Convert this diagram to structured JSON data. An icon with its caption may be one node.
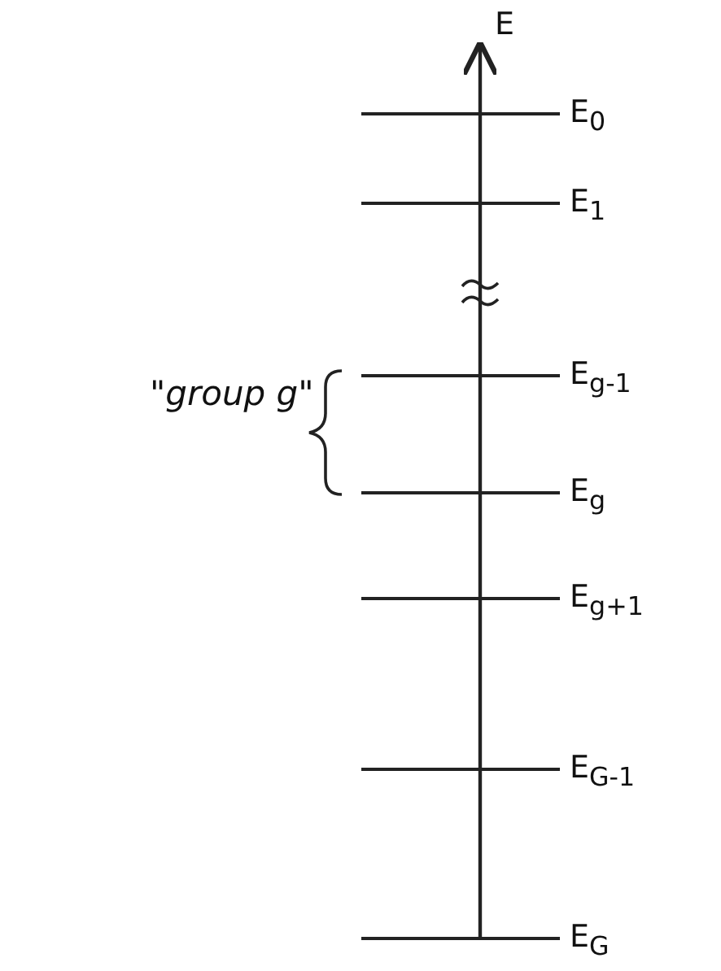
{
  "diagram": {
    "labels": [
      "E",
      "E$_{0}$",
      "E$_{1}$",
      "\"group g\"",
      "E$_{g-1}$",
      "E$_{g}$",
      "E$_{g+1}$",
      "E$_{G-1}$",
      "E$_{G}$"
    ]
  }
}
